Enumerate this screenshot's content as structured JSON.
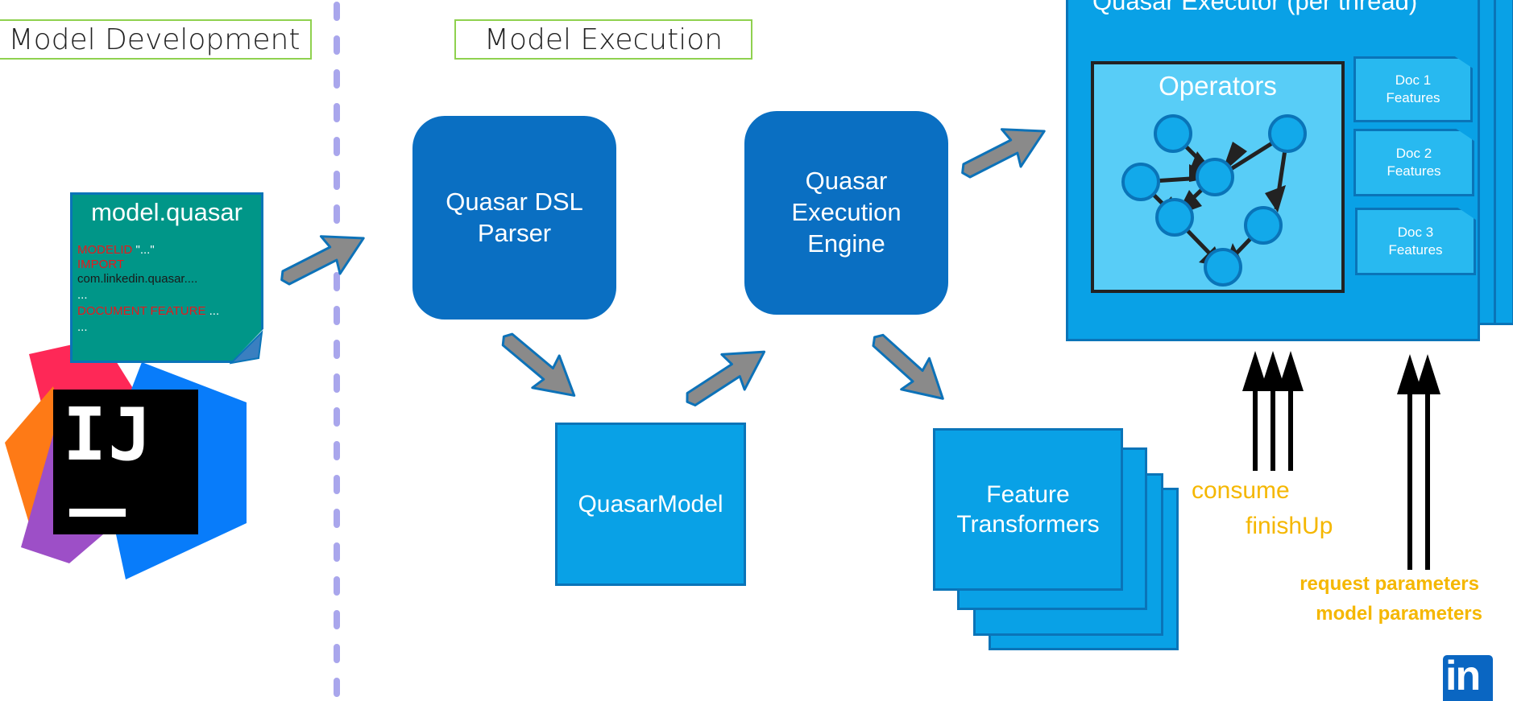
{
  "sections": {
    "development": "Model Development",
    "execution": "Model Execution"
  },
  "model_file": {
    "title": "model.quasar",
    "code": {
      "modelid_kw": "MODELID",
      "modelid_val": " \"...\"",
      "import_kw": "IMPORT",
      "import_path": "com.linkedin.quasar....",
      "ellipsis1": "...",
      "docfeat_kw": "DOCUMENT FEATURE",
      "docfeat_val": " ...",
      "ellipsis2": "..."
    }
  },
  "ide_logo": {
    "letters": "IJ"
  },
  "nodes": {
    "parser": "Quasar DSL\nParser",
    "engine": "Quasar\nExecution\nEngine",
    "model": "QuasarModel",
    "transformers": "Feature\nTransformers"
  },
  "executor": {
    "title": "Quasar Executor (per thread)",
    "operators_title": "Operators",
    "docs": [
      "Doc 1\nFeatures",
      "Doc 2\nFeatures",
      "Doc 3\nFeatures"
    ]
  },
  "calls": {
    "consume": "consume",
    "finish_up": "finishUp",
    "request_params": "request parameters",
    "model_params": "model parameters"
  },
  "brand": {
    "logo": "in"
  },
  "icons": [
    "intellij-logo-icon",
    "linkedin-logo-icon"
  ],
  "colors": {
    "dark_blue": "#0a6fc2",
    "light_blue": "#09a1e6",
    "teal": "#009688",
    "arrow_gray": "#8a8a8a",
    "label_orange": "#f5b700",
    "code_red": "#e8191c"
  }
}
